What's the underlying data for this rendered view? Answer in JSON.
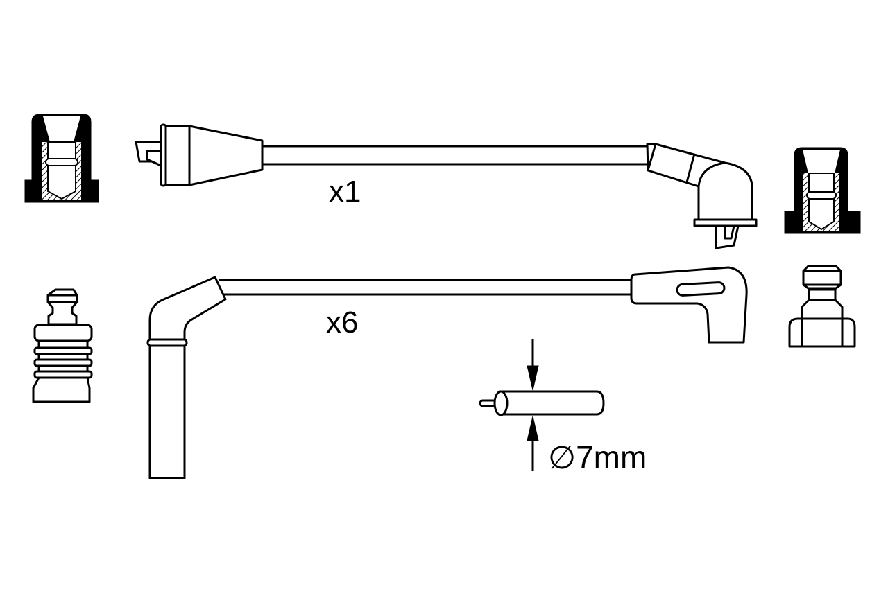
{
  "diagram": {
    "title": "Ignition cable set technical drawing",
    "background": "#ffffff",
    "line_color": "#000000",
    "components": [
      {
        "id": "boot-coil-left",
        "type": "rubber boot (sectional view)",
        "position": "top-left"
      },
      {
        "id": "cable-coil",
        "type": "ignition lead with straight coil connector and 90° plug connector",
        "quantity_label": "x1"
      },
      {
        "id": "boot-coil-right",
        "type": "rubber boot (sectional view)",
        "position": "top-right"
      },
      {
        "id": "terminal-left",
        "type": "ribbed terminal connector",
        "position": "middle-left"
      },
      {
        "id": "cable-plug",
        "type": "ignition lead with long straight boot and angled plug connector",
        "quantity_label": "x6"
      },
      {
        "id": "terminal-right",
        "type": "terminal connector",
        "position": "middle-right"
      },
      {
        "id": "cable-cross-section",
        "type": "cable diameter dimension",
        "dimension_label": "⌀7mm"
      }
    ]
  },
  "labels": {
    "cable_coil_qty": "x1",
    "cable_plug_qty": "x6",
    "diameter_symbol": "∅",
    "diameter_value": "7mm"
  }
}
